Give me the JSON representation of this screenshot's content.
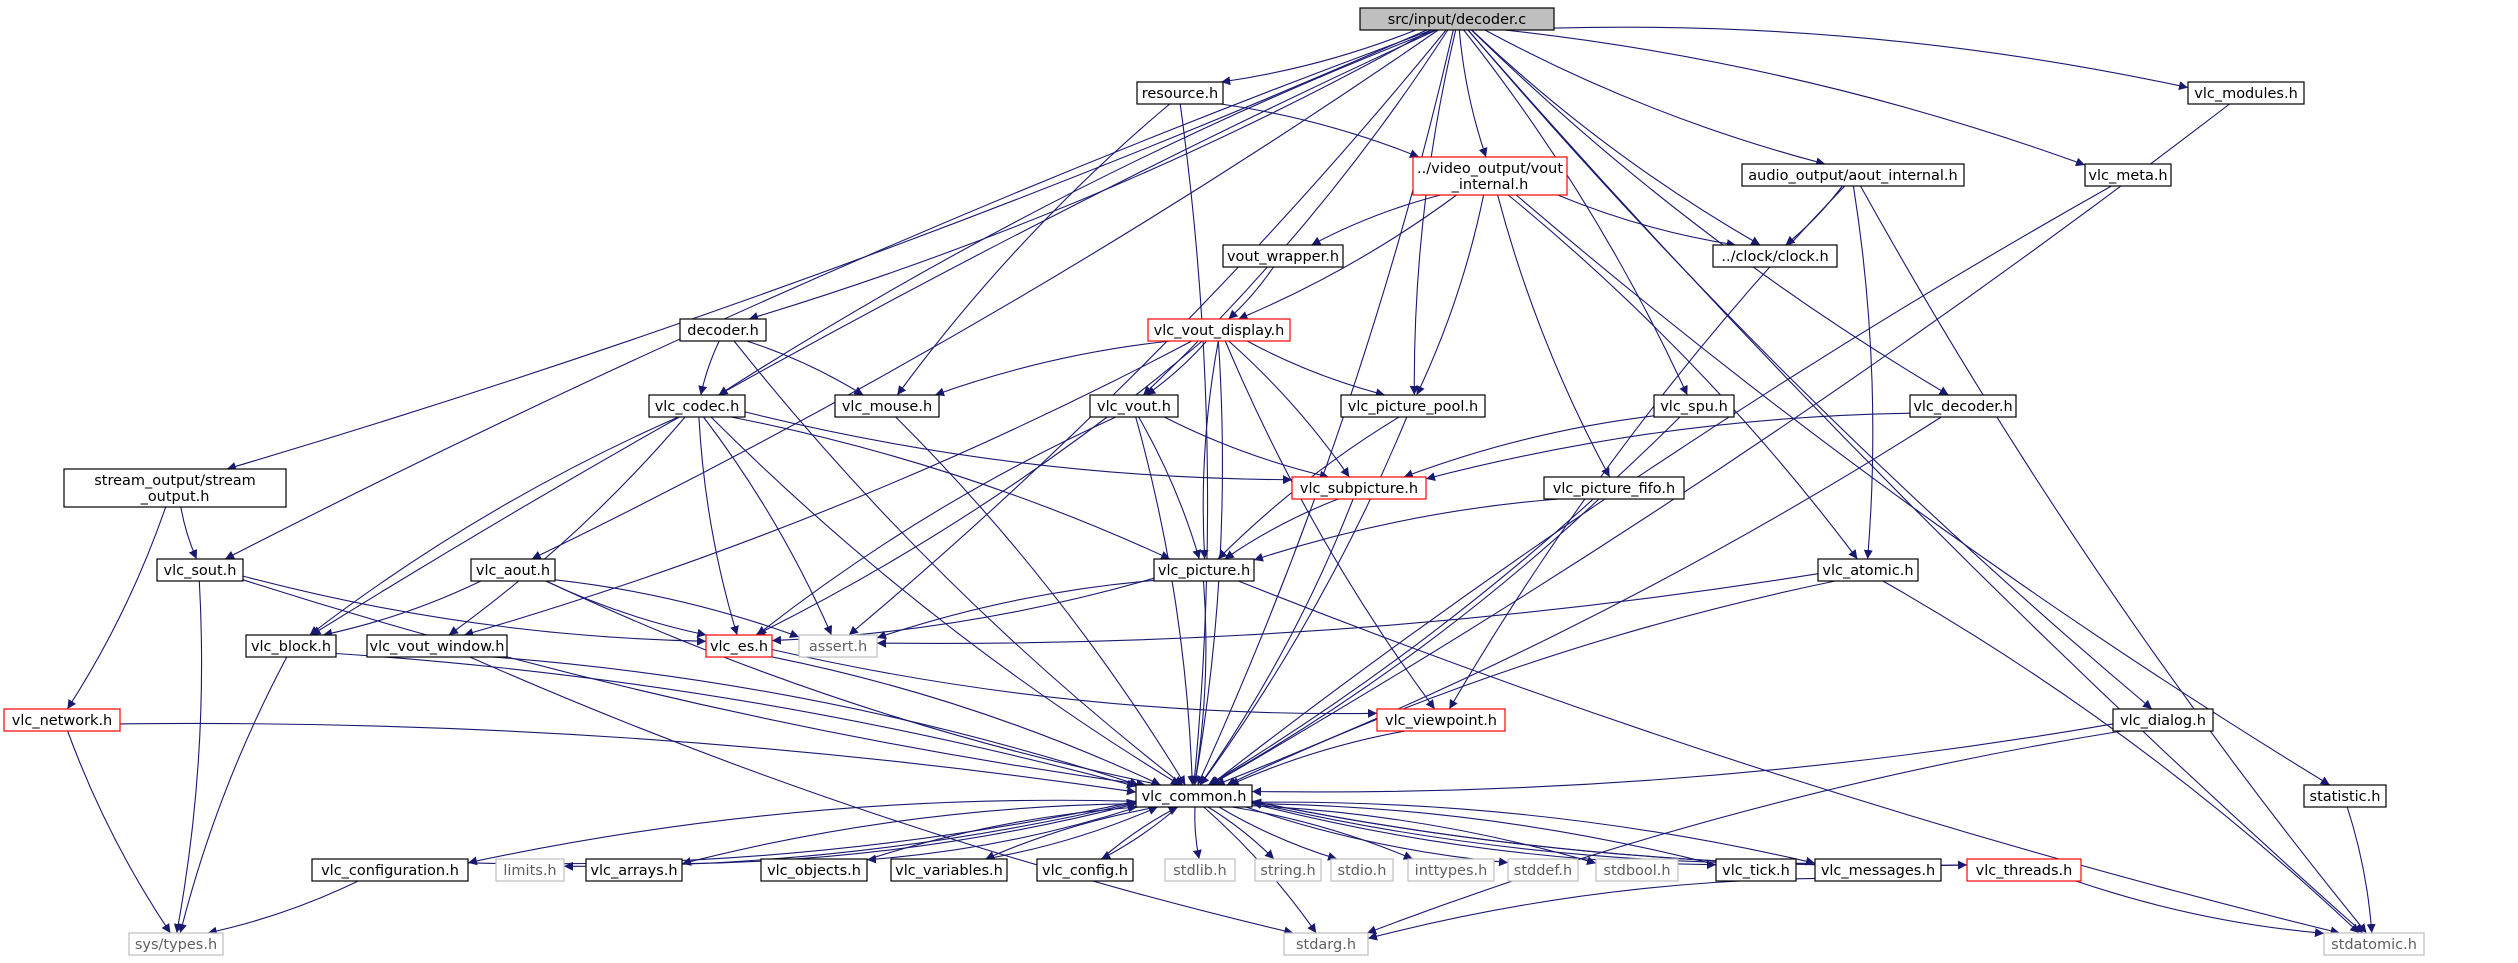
{
  "graph": {
    "colors": {
      "edge": "#191970",
      "node_border": "#000000",
      "root_fill": "#bfbfbf",
      "incomplete_border": "#ff0000",
      "system_border": "#bfbfbf",
      "system_text": "#606060",
      "background": "#ffffff"
    },
    "nodes": [
      {
        "id": "decoder_c",
        "label": "src/input/decoder.c",
        "style": "root"
      },
      {
        "id": "resource_h",
        "label": "resource.h",
        "style": "normal"
      },
      {
        "id": "vout_internal",
        "label": "../video_output/vout\n_internal.h",
        "style": "incomplete"
      },
      {
        "id": "vlc_modules",
        "label": "vlc_modules.h",
        "style": "normal"
      },
      {
        "id": "aout_internal",
        "label": "audio_output/aout_internal.h",
        "style": "normal"
      },
      {
        "id": "vlc_meta",
        "label": "vlc_meta.h",
        "style": "normal"
      },
      {
        "id": "clock_h",
        "label": "../clock/clock.h",
        "style": "normal"
      },
      {
        "id": "vout_wrapper",
        "label": "vout_wrapper.h",
        "style": "normal"
      },
      {
        "id": "decoder_h",
        "label": "decoder.h",
        "style": "normal"
      },
      {
        "id": "vlc_vout_display",
        "label": "vlc_vout_display.h",
        "style": "incomplete"
      },
      {
        "id": "vlc_codec",
        "label": "vlc_codec.h",
        "style": "normal"
      },
      {
        "id": "vlc_mouse",
        "label": "vlc_mouse.h",
        "style": "normal"
      },
      {
        "id": "vlc_vout",
        "label": "vlc_vout.h",
        "style": "normal"
      },
      {
        "id": "vlc_picture_pool",
        "label": "vlc_picture_pool.h",
        "style": "normal"
      },
      {
        "id": "vlc_spu",
        "label": "vlc_spu.h",
        "style": "normal"
      },
      {
        "id": "vlc_decoder",
        "label": "vlc_decoder.h",
        "style": "normal"
      },
      {
        "id": "stream_output",
        "label": "stream_output/stream\n_output.h",
        "style": "normal"
      },
      {
        "id": "vlc_subpicture",
        "label": "vlc_subpicture.h",
        "style": "incomplete"
      },
      {
        "id": "vlc_picture_fifo",
        "label": "vlc_picture_fifo.h",
        "style": "normal"
      },
      {
        "id": "vlc_sout",
        "label": "vlc_sout.h",
        "style": "normal"
      },
      {
        "id": "vlc_aout",
        "label": "vlc_aout.h",
        "style": "normal"
      },
      {
        "id": "vlc_picture",
        "label": "vlc_picture.h",
        "style": "normal"
      },
      {
        "id": "vlc_atomic",
        "label": "vlc_atomic.h",
        "style": "normal"
      },
      {
        "id": "vlc_block",
        "label": "vlc_block.h",
        "style": "normal"
      },
      {
        "id": "vlc_vout_window",
        "label": "vlc_vout_window.h",
        "style": "normal"
      },
      {
        "id": "vlc_es",
        "label": "vlc_es.h",
        "style": "incomplete"
      },
      {
        "id": "assert_h",
        "label": "assert.h",
        "style": "system"
      },
      {
        "id": "vlc_network",
        "label": "vlc_network.h",
        "style": "incomplete"
      },
      {
        "id": "vlc_viewpoint",
        "label": "vlc_viewpoint.h",
        "style": "incomplete"
      },
      {
        "id": "vlc_dialog",
        "label": "vlc_dialog.h",
        "style": "normal"
      },
      {
        "id": "vlc_common",
        "label": "vlc_common.h",
        "style": "normal"
      },
      {
        "id": "statistic",
        "label": "statistic.h",
        "style": "normal"
      },
      {
        "id": "vlc_configuration",
        "label": "vlc_configuration.h",
        "style": "normal"
      },
      {
        "id": "limits_h",
        "label": "limits.h",
        "style": "system"
      },
      {
        "id": "vlc_arrays",
        "label": "vlc_arrays.h",
        "style": "normal"
      },
      {
        "id": "vlc_objects",
        "label": "vlc_objects.h",
        "style": "normal"
      },
      {
        "id": "vlc_variables",
        "label": "vlc_variables.h",
        "style": "normal"
      },
      {
        "id": "vlc_config",
        "label": "vlc_config.h",
        "style": "normal"
      },
      {
        "id": "stdlib_h",
        "label": "stdlib.h",
        "style": "system"
      },
      {
        "id": "string_h",
        "label": "string.h",
        "style": "system"
      },
      {
        "id": "stdio_h",
        "label": "stdio.h",
        "style": "system"
      },
      {
        "id": "inttypes_h",
        "label": "inttypes.h",
        "style": "system"
      },
      {
        "id": "stddef_h",
        "label": "stddef.h",
        "style": "system"
      },
      {
        "id": "stdbool_h",
        "label": "stdbool.h",
        "style": "system"
      },
      {
        "id": "vlc_tick",
        "label": "vlc_tick.h",
        "style": "normal"
      },
      {
        "id": "vlc_messages",
        "label": "vlc_messages.h",
        "style": "normal"
      },
      {
        "id": "vlc_threads",
        "label": "vlc_threads.h",
        "style": "incomplete"
      },
      {
        "id": "sys_types",
        "label": "sys/types.h",
        "style": "system"
      },
      {
        "id": "stdarg_h",
        "label": "stdarg.h",
        "style": "system"
      },
      {
        "id": "stdatomic_h",
        "label": "stdatomic.h",
        "style": "system"
      }
    ],
    "edges": [
      [
        "decoder_c",
        "resource_h"
      ],
      [
        "decoder_c",
        "vout_internal"
      ],
      [
        "decoder_c",
        "vlc_modules"
      ],
      [
        "decoder_c",
        "aout_internal"
      ],
      [
        "decoder_c",
        "vlc_meta"
      ],
      [
        "decoder_c",
        "clock_h"
      ],
      [
        "decoder_c",
        "decoder_h"
      ],
      [
        "decoder_c",
        "vlc_codec"
      ],
      [
        "decoder_c",
        "vlc_vout"
      ],
      [
        "decoder_c",
        "vlc_picture_pool"
      ],
      [
        "decoder_c",
        "vlc_spu"
      ],
      [
        "decoder_c",
        "vlc_decoder"
      ],
      [
        "decoder_c",
        "stream_output"
      ],
      [
        "decoder_c",
        "vlc_sout"
      ],
      [
        "decoder_c",
        "vlc_aout"
      ],
      [
        "decoder_c",
        "vlc_block"
      ],
      [
        "decoder_c",
        "assert_h"
      ],
      [
        "decoder_c",
        "vlc_dialog"
      ],
      [
        "decoder_c",
        "vlc_common"
      ],
      [
        "decoder_c",
        "stdatomic_h"
      ],
      [
        "resource_h",
        "vout_internal"
      ],
      [
        "resource_h",
        "vlc_mouse"
      ],
      [
        "resource_h",
        "vlc_common"
      ],
      [
        "vout_internal",
        "vout_wrapper"
      ],
      [
        "vout_internal",
        "vlc_vout_display"
      ],
      [
        "vout_internal",
        "clock_h"
      ],
      [
        "vout_internal",
        "vlc_picture_pool"
      ],
      [
        "vout_internal",
        "vlc_picture_fifo"
      ],
      [
        "vout_internal",
        "vlc_atomic"
      ],
      [
        "vout_internal",
        "statistic"
      ],
      [
        "aout_internal",
        "clock_h"
      ],
      [
        "aout_internal",
        "vlc_viewpoint"
      ],
      [
        "aout_internal",
        "vlc_atomic"
      ],
      [
        "aout_internal",
        "stdatomic_h"
      ],
      [
        "vlc_modules",
        "vlc_common"
      ],
      [
        "vlc_meta",
        "vlc_common"
      ],
      [
        "vout_wrapper",
        "vlc_vout_display"
      ],
      [
        "decoder_h",
        "vlc_codec"
      ],
      [
        "decoder_h",
        "vlc_mouse"
      ],
      [
        "decoder_h",
        "vlc_common"
      ],
      [
        "vlc_vout_display",
        "vlc_vout_window"
      ],
      [
        "vlc_vout_display",
        "vlc_mouse"
      ],
      [
        "vlc_vout_display",
        "vlc_vout"
      ],
      [
        "vlc_vout_display",
        "vlc_picture_pool"
      ],
      [
        "vlc_vout_display",
        "vlc_subpicture"
      ],
      [
        "vlc_vout_display",
        "vlc_picture"
      ],
      [
        "vlc_vout_display",
        "vlc_es"
      ],
      [
        "vlc_vout_display",
        "vlc_viewpoint"
      ],
      [
        "vlc_vout_display",
        "vlc_common"
      ],
      [
        "vlc_codec",
        "vlc_block"
      ],
      [
        "vlc_codec",
        "vlc_vout_window"
      ],
      [
        "vlc_codec",
        "vlc_es"
      ],
      [
        "vlc_codec",
        "assert_h"
      ],
      [
        "vlc_codec",
        "vlc_subpicture"
      ],
      [
        "vlc_codec",
        "vlc_picture"
      ],
      [
        "vlc_codec",
        "vlc_common"
      ],
      [
        "vlc_mouse",
        "vlc_common"
      ],
      [
        "vlc_vout",
        "vlc_subpicture"
      ],
      [
        "vlc_vout",
        "vlc_picture"
      ],
      [
        "vlc_vout",
        "vlc_es"
      ],
      [
        "vlc_vout",
        "vlc_common"
      ],
      [
        "vlc_picture_pool",
        "vlc_picture"
      ],
      [
        "vlc_picture_pool",
        "vlc_common"
      ],
      [
        "vlc_spu",
        "vlc_subpicture"
      ],
      [
        "vlc_spu",
        "vlc_common"
      ],
      [
        "vlc_decoder",
        "vlc_subpicture"
      ],
      [
        "vlc_decoder",
        "vlc_common"
      ],
      [
        "stream_output",
        "vlc_sout"
      ],
      [
        "stream_output",
        "vlc_network"
      ],
      [
        "vlc_subpicture",
        "vlc_picture"
      ],
      [
        "vlc_subpicture",
        "vlc_common"
      ],
      [
        "vlc_picture_fifo",
        "vlc_picture"
      ],
      [
        "vlc_picture_fifo",
        "vlc_common"
      ],
      [
        "vlc_sout",
        "vlc_es"
      ],
      [
        "vlc_sout",
        "sys_types"
      ],
      [
        "vlc_sout",
        "vlc_common"
      ],
      [
        "vlc_aout",
        "vlc_block"
      ],
      [
        "vlc_aout",
        "vlc_es"
      ],
      [
        "vlc_aout",
        "assert_h"
      ],
      [
        "vlc_aout",
        "vlc_common"
      ],
      [
        "vlc_picture",
        "vlc_es"
      ],
      [
        "vlc_picture",
        "assert_h"
      ],
      [
        "vlc_picture",
        "vlc_common"
      ],
      [
        "vlc_picture",
        "stdatomic_h"
      ],
      [
        "vlc_atomic",
        "assert_h"
      ],
      [
        "vlc_atomic",
        "vlc_common"
      ],
      [
        "vlc_atomic",
        "stdatomic_h"
      ],
      [
        "vlc_block",
        "sys_types"
      ],
      [
        "vlc_block",
        "vlc_common"
      ],
      [
        "vlc_vout_window",
        "stdarg_h"
      ],
      [
        "vlc_vout_window",
        "vlc_common"
      ],
      [
        "vlc_es",
        "vlc_viewpoint"
      ],
      [
        "vlc_es",
        "vlc_common"
      ],
      [
        "vlc_network",
        "sys_types"
      ],
      [
        "vlc_network",
        "vlc_common"
      ],
      [
        "vlc_viewpoint",
        "vlc_common"
      ],
      [
        "vlc_dialog",
        "vlc_common"
      ],
      [
        "vlc_dialog",
        "stdarg_h"
      ],
      [
        "statistic",
        "stdatomic_h"
      ],
      [
        "vlc_common",
        "vlc_configuration"
      ],
      [
        "vlc_common",
        "limits_h"
      ],
      [
        "vlc_common",
        "vlc_arrays"
      ],
      [
        "vlc_common",
        "vlc_objects"
      ],
      [
        "vlc_common",
        "vlc_variables"
      ],
      [
        "vlc_common",
        "vlc_config"
      ],
      [
        "vlc_common",
        "stdlib_h"
      ],
      [
        "vlc_common",
        "string_h"
      ],
      [
        "vlc_common",
        "stdio_h"
      ],
      [
        "vlc_common",
        "inttypes_h"
      ],
      [
        "vlc_common",
        "stddef_h"
      ],
      [
        "vlc_common",
        "stdbool_h"
      ],
      [
        "vlc_common",
        "vlc_tick"
      ],
      [
        "vlc_common",
        "vlc_messages"
      ],
      [
        "vlc_common",
        "vlc_threads"
      ],
      [
        "vlc_common",
        "stdarg_h"
      ],
      [
        "vlc_configuration",
        "vlc_common"
      ],
      [
        "vlc_configuration",
        "sys_types"
      ],
      [
        "vlc_arrays",
        "vlc_common"
      ],
      [
        "vlc_objects",
        "vlc_common"
      ],
      [
        "vlc_variables",
        "vlc_common"
      ],
      [
        "vlc_config",
        "vlc_common"
      ],
      [
        "vlc_tick",
        "vlc_common"
      ],
      [
        "vlc_messages",
        "vlc_common"
      ],
      [
        "vlc_messages",
        "stdarg_h"
      ],
      [
        "vlc_threads",
        "vlc_common"
      ],
      [
        "vlc_threads",
        "stdatomic_h"
      ]
    ]
  }
}
